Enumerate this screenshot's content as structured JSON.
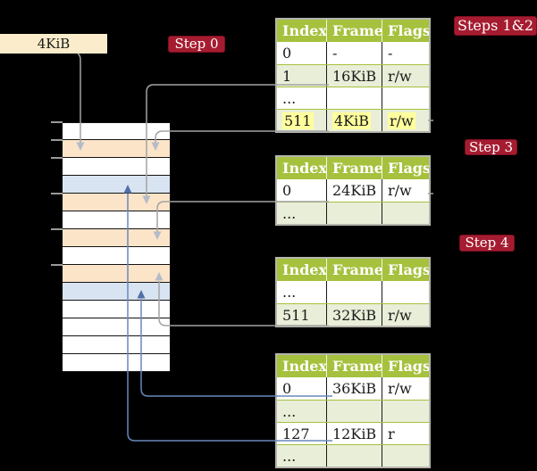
{
  "palette": {
    "bg": "#000000",
    "label_bg": "#a51c30",
    "label_text": "#ffffff",
    "chip_bg": "#fbedcb",
    "header_bg": "#a5c13d",
    "row_shaded": "#e9eed8",
    "row_white": "#ffffff",
    "highlight": "#ffff9d",
    "mem_white": "#ffffff",
    "mem_orange": "#fce4c9",
    "mem_blue": "#d8e4f1",
    "line_gray": "#a3a3a3",
    "arrow_gray": "#b4bcc8",
    "line_blue": "#6888bc",
    "arrow_blue": "#5170a6"
  },
  "labels": {
    "page_size": "4KiB",
    "step0": "Step 0",
    "steps12": "Steps 1&2",
    "step3": "Step 3",
    "step4": "Step 4"
  },
  "memory": {
    "rows": [
      "white",
      "orange",
      "white",
      "blue",
      "orange",
      "white",
      "orange",
      "white",
      "orange",
      "blue",
      "white",
      "white",
      "white",
      "white"
    ]
  },
  "tables": [
    {
      "name": "page-table-steps-1-2",
      "headers": [
        "Index",
        "Frame",
        "Flags"
      ],
      "rows": [
        {
          "cells": [
            "0",
            "-",
            "-"
          ],
          "shaded": false,
          "highlight": false
        },
        {
          "cells": [
            "1",
            "16KiB",
            "r/w"
          ],
          "shaded": true,
          "highlight": false
        },
        {
          "cells": [
            "...",
            "",
            ""
          ],
          "shaded": false,
          "highlight": false
        },
        {
          "cells": [
            "511",
            "4KiB",
            "r/w"
          ],
          "shaded": true,
          "highlight": true
        }
      ]
    },
    {
      "name": "page-table-step-3",
      "headers": [
        "Index",
        "Frame",
        "Flags"
      ],
      "rows": [
        {
          "cells": [
            "0",
            "24KiB",
            "r/w"
          ],
          "shaded": false,
          "highlight": false
        },
        {
          "cells": [
            "...",
            "",
            ""
          ],
          "shaded": true,
          "highlight": false
        }
      ]
    },
    {
      "name": "page-table-step-4",
      "headers": [
        "Index",
        "Frame",
        "Flags"
      ],
      "rows": [
        {
          "cells": [
            "...",
            "",
            ""
          ],
          "shaded": false,
          "highlight": false
        },
        {
          "cells": [
            "511",
            "32KiB",
            "r/w"
          ],
          "shaded": true,
          "highlight": false
        }
      ]
    },
    {
      "name": "page-table-final",
      "headers": [
        "Index",
        "Frame",
        "Flags"
      ],
      "rows": [
        {
          "cells": [
            "0",
            "36KiB",
            "r/w"
          ],
          "shaded": false,
          "highlight": false
        },
        {
          "cells": [
            "...",
            "",
            ""
          ],
          "shaded": true,
          "highlight": false
        },
        {
          "cells": [
            "127",
            "12KiB",
            "r"
          ],
          "shaded": false,
          "highlight": false
        },
        {
          "cells": [
            "...",
            "",
            ""
          ],
          "shaded": true,
          "highlight": false
        }
      ]
    }
  ]
}
